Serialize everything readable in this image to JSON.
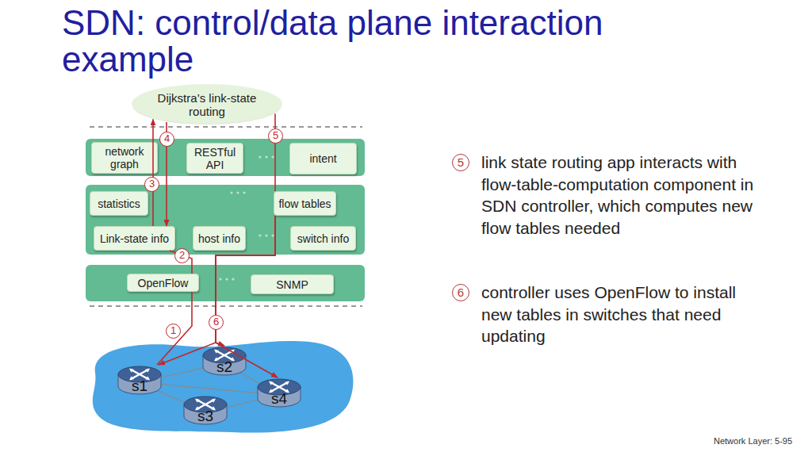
{
  "diagram": {
    "title": "SDN: control/data plane interaction example",
    "nodes": [
      {
        "text": [
          "Dijkstra’s link-state routing"
        ]
      },
      {
        "text": []
      },
      {
        "text": [
          "network graph"
        ],
        "in": 1
      },
      {
        "text": [
          "RESTful API"
        ],
        "in": 1
      },
      {
        "text": [
          "intent"
        ],
        "in": 1
      },
      {
        "text": []
      },
      {
        "text": [
          "statistics"
        ],
        "in": 5
      },
      {
        "text": [
          "flow tables"
        ],
        "in": 5
      },
      {
        "text": [
          "Link-state info"
        ],
        "in": 5
      },
      {
        "text": [
          "host info"
        ],
        "in": 5
      },
      {
        "text": [
          "switch info"
        ],
        "in": 5
      },
      {
        "text": []
      },
      {
        "text": [
          "OpenFlow"
        ],
        "in": 11
      },
      {
        "text": [
          "SNMP"
        ],
        "in": 11
      },
      {
        "text": [
          "s1"
        ]
      },
      {
        "text": [
          "s2"
        ]
      },
      {
        "text": [
          "s3"
        ]
      },
      {
        "text": [
          "s4"
        ]
      }
    ],
    "edges": [
      {
        "from": 14,
        "to": 12,
        "arrow": "none"
      },
      {
        "from": 12,
        "to": 8,
        "arrow": "none"
      },
      {
        "from": 8,
        "to": 0,
        "arrow": "to"
      },
      {
        "from": 0,
        "to": 8,
        "arrow": "to"
      },
      {
        "from": 0,
        "to": 7,
        "arrow": "none"
      },
      {
        "from": 7,
        "to": 14,
        "arrow": "to"
      },
      {
        "from": 7,
        "to": 15,
        "arrow": "to"
      },
      {
        "from": 7,
        "to": 17,
        "arrow": "to"
      }
    ],
    "labels": [
      "1",
      "2",
      "3",
      "4",
      "5",
      "6",
      "5",
      "link state routing app interacts with flow-table-computation component in SDN controller, which computes new flow tables needed",
      "6",
      "controller uses OpenFlow to install new tables in switches that need updating",
      "Network Layer: 5-95"
    ]
  }
}
